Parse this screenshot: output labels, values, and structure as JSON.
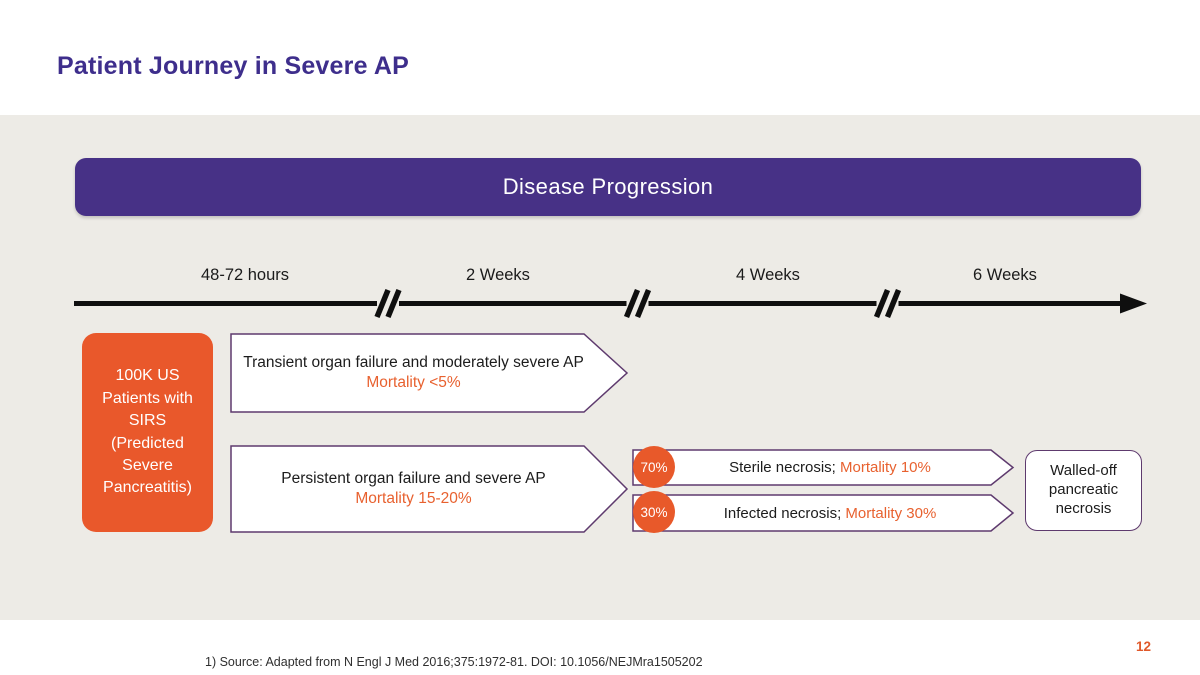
{
  "slide": {
    "title": "Patient Journey in Severe AP",
    "footer": "1) Source: Adapted from N Engl J Med 2016;375:1972-81. DOI: 10.1056/NEJMra1505202",
    "page_number": "12"
  },
  "banner": {
    "label": "Disease Progression"
  },
  "timeline": {
    "labels": [
      "48-72 hours",
      "2 Weeks",
      "4 Weeks",
      "6 Weeks"
    ]
  },
  "patients_box": {
    "text": "100K US Patients with SIRS (Predicted Severe Pancreatitis)"
  },
  "arrows": {
    "transient": {
      "line1": "Transient organ failure and moderately severe AP",
      "line2": "Mortality <5%"
    },
    "persistent": {
      "line1": "Persistent organ failure and severe AP",
      "line2": "Mortality 15-20%"
    },
    "sterile": {
      "pct": "70%",
      "label": "Sterile necrosis;",
      "mortality": " Mortality 10%"
    },
    "infected": {
      "pct": "30%",
      "label": "Infected necrosis;",
      "mortality": " Mortality 30%"
    }
  },
  "outcome_box": {
    "text": "Walled-off pancreatic necrosis"
  },
  "colors": {
    "title_purple": "#3e2e8c",
    "banner_purple": "#473186",
    "accent_orange": "#e8592a",
    "orange_text": "#e8612f",
    "shape_border_purple": "#5e3a6e",
    "panel_gray": "#edebe6",
    "timeline_black": "#0f0f0f"
  }
}
